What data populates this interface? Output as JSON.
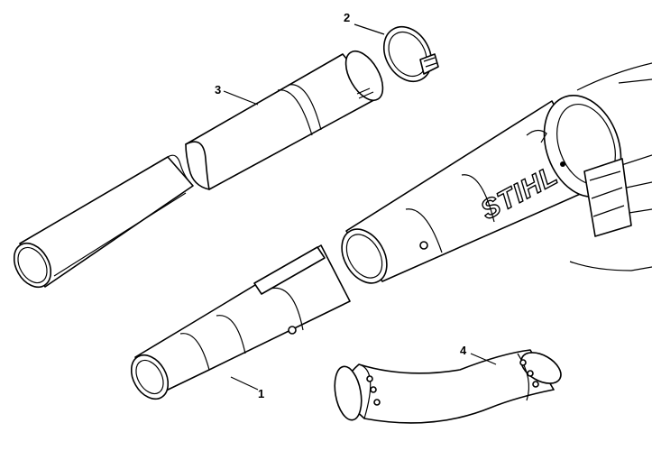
{
  "callouts": {
    "blower_nozzle": "1",
    "hose_clamp": "2",
    "blower_tube": "3",
    "elbow": "4"
  },
  "brand": {
    "logo_text": "STIHL"
  }
}
